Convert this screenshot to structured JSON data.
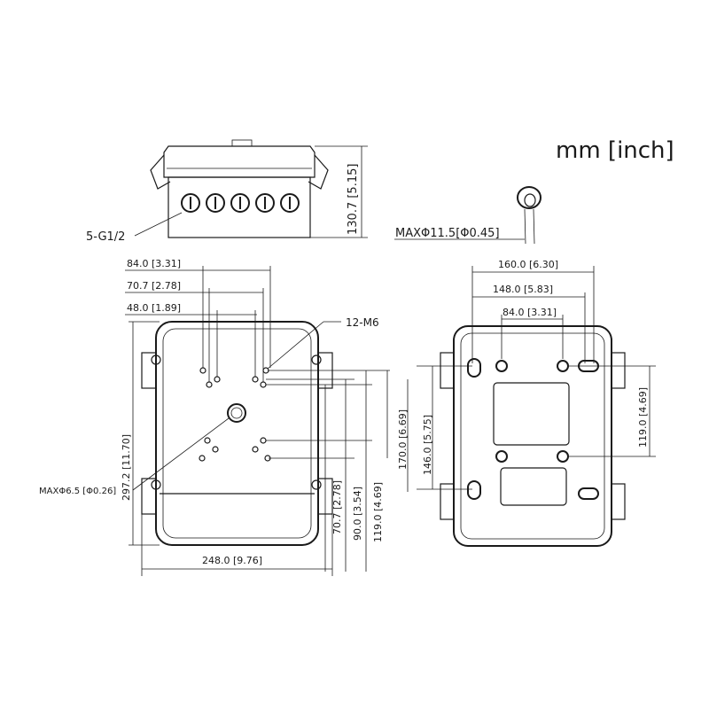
{
  "units_label": "mm [inch]",
  "side_view": {
    "conduit_label": "5-G1/2",
    "height_label": "130.7 [5.15]"
  },
  "plug": {
    "label": "MAXΦ11.5[Φ0.45]"
  },
  "front_view": {
    "width_84": "84.0 [3.31]",
    "width_70_7": "70.7 [2.78]",
    "width_48": "48.0 [1.89]",
    "screw_label": "12-M6",
    "height_297": "297.2 [11.70]",
    "hole_label": "MAXΦ6.5 [Φ0.26]",
    "width_248": "248.0 [9.76]",
    "v_70_7": "70.7 [2.78]",
    "v_90": "90.0 [3.54]",
    "v_119": "119.0 [4.69]",
    "v_170": "170.0 [6.69]",
    "v_146": "146.0 [5.75]"
  },
  "back_view": {
    "width_160": "160.0 [6.30]",
    "width_148": "148.0 [5.83]",
    "width_84": "84.0 [3.31]",
    "v_119": "119.0 [4.69]"
  }
}
